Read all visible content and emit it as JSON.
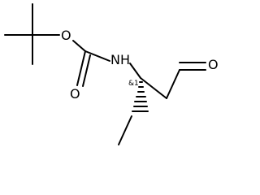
{
  "molecule": {
    "atoms": {
      "ester_oxygen": "O",
      "carbonyl_oxygen": "O",
      "nitrogen": "NH",
      "aldehyde_oxygen": "O"
    },
    "stereo_annotation": "&1",
    "stereo_center": "hashed-wedge"
  }
}
